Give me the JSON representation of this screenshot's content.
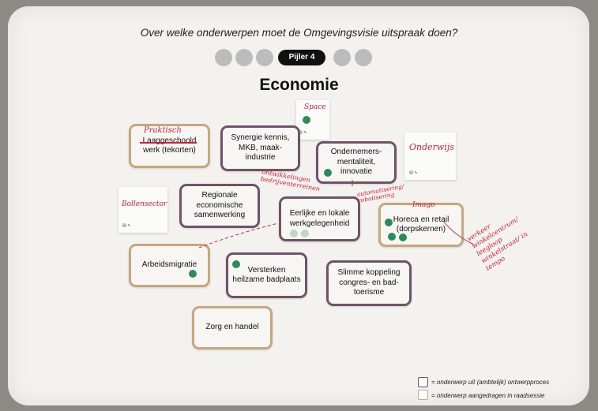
{
  "poster": {
    "question": "Over welke onderwerpen moet de Omgevingsvisie uitspraak doen?",
    "pillar_label": "Pijler 4",
    "heading": "Economie"
  },
  "cards": [
    {
      "id": "laaggeschoold",
      "text": "Laaggeschoold werk (tekorten)",
      "border": "tan"
    },
    {
      "id": "synergie",
      "text": "Synergie kennis, MKB, maak-industrie",
      "border": "plum"
    },
    {
      "id": "ondernemers",
      "text": "Ondernemers-mentaliteit, innovatie",
      "border": "plum"
    },
    {
      "id": "regionale",
      "text": "Regionale economische samenwerking",
      "border": "plum"
    },
    {
      "id": "eerlijke",
      "text": "Eerlijke en lokale werkgelegenheid",
      "border": "plum"
    },
    {
      "id": "horeca",
      "text": "Horeca en retail (dorpskernen)",
      "border": "tan"
    },
    {
      "id": "arbeidsmigratie",
      "text": "Arbeidsmigratie",
      "border": "tan"
    },
    {
      "id": "versterken",
      "text": "Versterken heilzame badplaats",
      "border": "plum"
    },
    {
      "id": "slimme",
      "text": "Slimme koppeling congres- en bad-toerisme",
      "border": "plum"
    },
    {
      "id": "zorg",
      "text": "Zorg en handel",
      "border": "tan"
    }
  ],
  "stickies": [
    {
      "id": "space",
      "text": "Space"
    },
    {
      "id": "onderwijs",
      "text": "Onderwijs"
    },
    {
      "id": "bollensector",
      "text": "Bollensector"
    }
  ],
  "handwriting": {
    "praktisch": "Praktisch",
    "ontwikkelingen": "ontwikkelingen bedrijventerreinen",
    "automatisering": "automatisering/ robotisering",
    "imago": "Imago",
    "verkeer": "verkeer winkelcentrum/ leegloop winkelstraat/ in tempo"
  },
  "legend": {
    "item1": "= onderwerp uit (ambtelijk) ontwerpproces",
    "item2": "= onderwerp aangedragen in raadsessie"
  },
  "colors": {
    "tan_border": "#c6a781",
    "plum_border": "#6f5468",
    "dot_green": "#2e8a5b",
    "handwriting_red": "#c4243f"
  }
}
